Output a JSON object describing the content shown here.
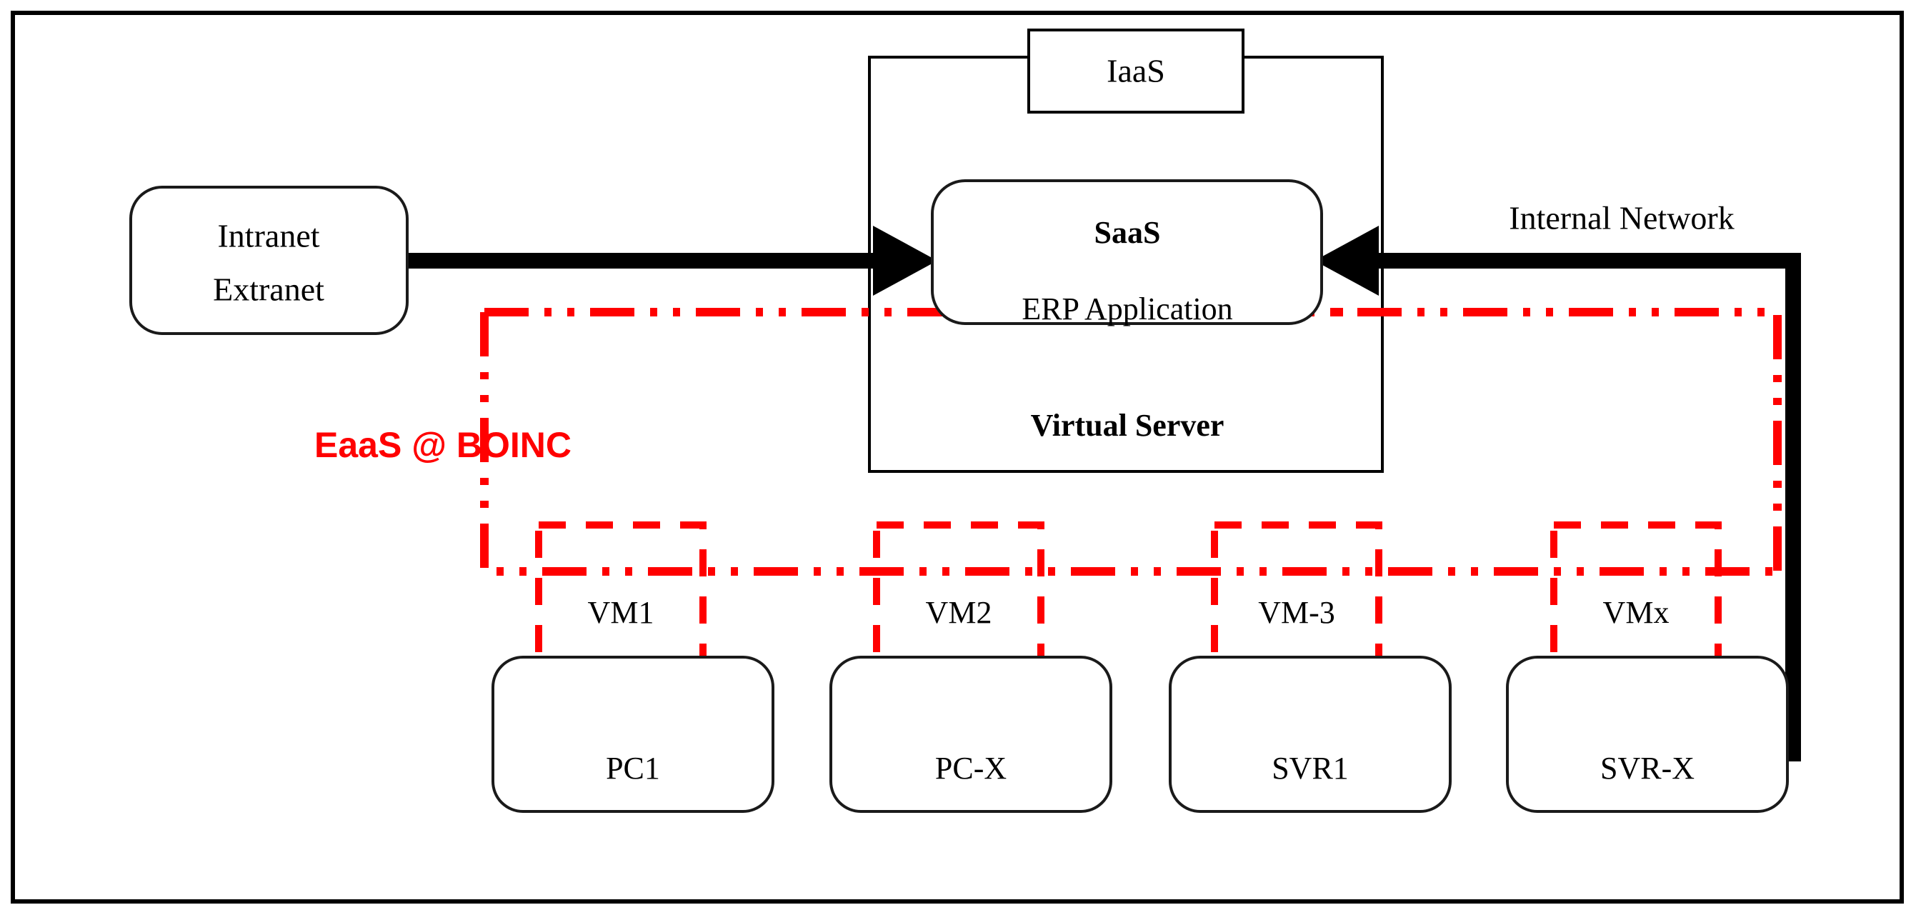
{
  "diagram": {
    "title": "ERP Cloud Architecture with EaaS @ BOINC",
    "colors": {
      "red_accent": "#ff0000",
      "line_black": "#000000",
      "node_stroke": "#1a1a1a",
      "background": "#ffffff"
    },
    "frame": {
      "name": "outer-frame"
    },
    "nodes": {
      "intranet": {
        "line1": "Intranet",
        "line2": "Extranet"
      },
      "iaas": {
        "label": "IaaS"
      },
      "saas": {
        "label": "SaaS"
      },
      "erp": {
        "label": "ERP Application"
      },
      "virtual_server": {
        "label": "Virtual Server"
      }
    },
    "annotations": {
      "eaas": "EaaS @ BOINC",
      "internal_network": "Internal Network"
    },
    "vm_boxes": [
      {
        "label": "VM1"
      },
      {
        "label": "VM2"
      },
      {
        "label": "VM-3"
      },
      {
        "label": "VMx"
      }
    ],
    "host_boxes": [
      {
        "label": "PC1"
      },
      {
        "label": "PC-X"
      },
      {
        "label": "SVR1"
      },
      {
        "label": "SVR-X"
      }
    ],
    "connections": {
      "intranet_to_saas": "thick black arrow pointing right into SaaS",
      "internal_network_to_saas": "thick black arrow pointing left into SaaS",
      "eaas_path": "red dash-dot line linking VM1, VM2, VM-3, VMx to ERP Application"
    }
  }
}
